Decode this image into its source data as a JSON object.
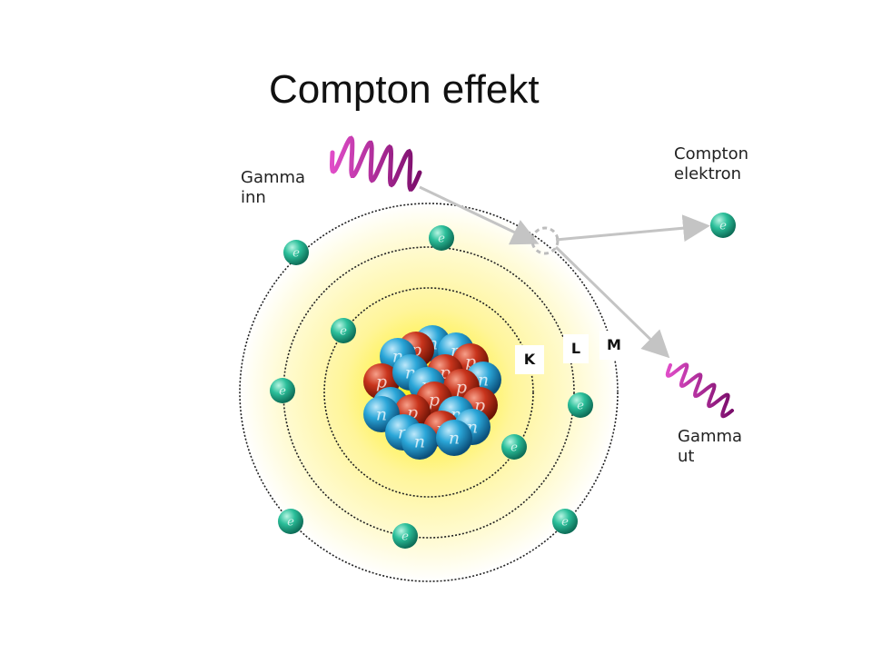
{
  "title": "Compton effekt",
  "labels": {
    "gamma_in": [
      "Gamma",
      "inn"
    ],
    "compton_electron": [
      "Compton",
      "elektron"
    ],
    "gamma_out": [
      "Gamma",
      "ut"
    ]
  },
  "shells": [
    "K",
    "L",
    "M"
  ],
  "particle_labels": {
    "electron": "e",
    "proton": "p",
    "neutron": "n"
  },
  "colors": {
    "electron": "#2bbf9a",
    "proton": "#c8341c",
    "neutron": "#2aa6d8",
    "photon": "#a0138c",
    "arrow": "#c4c4c4",
    "glow": "#fff7a0"
  }
}
